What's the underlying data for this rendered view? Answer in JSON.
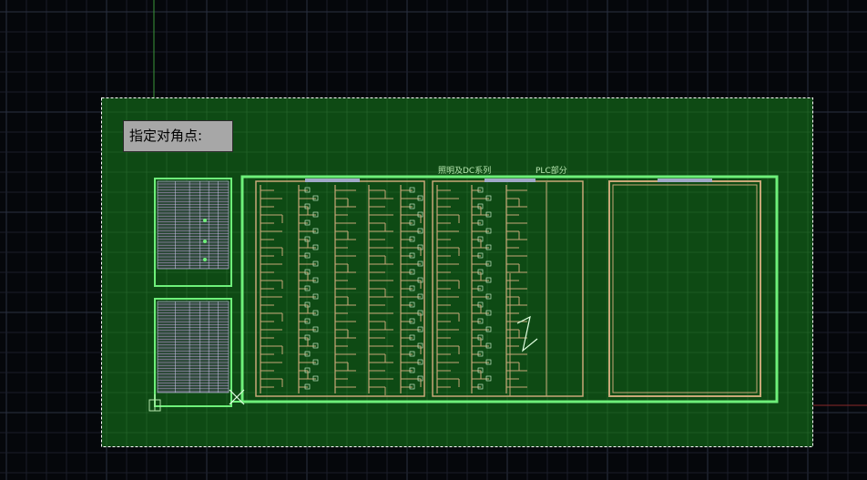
{
  "app": {
    "prompt_text": "指定对角点:"
  },
  "drawing": {
    "title_left": "照明及DC系列",
    "title_right": "PLC部分"
  },
  "colors": {
    "background": "#05070b",
    "grid_minor": "#1a1e2a",
    "grid_major": "#2a3040",
    "selection_fill": "#0e4a14",
    "selection_border": "#ffffff",
    "frame_green": "#6ef07a",
    "inner_tan": "#c8a878",
    "crosshair_green": "#3a9a3a",
    "crosshair_red": "#8a2a2a"
  },
  "icons": {
    "cursor": "crosshair-cursor-icon",
    "pickbox": "pickbox-icon",
    "ucs": "ucs-icon"
  }
}
